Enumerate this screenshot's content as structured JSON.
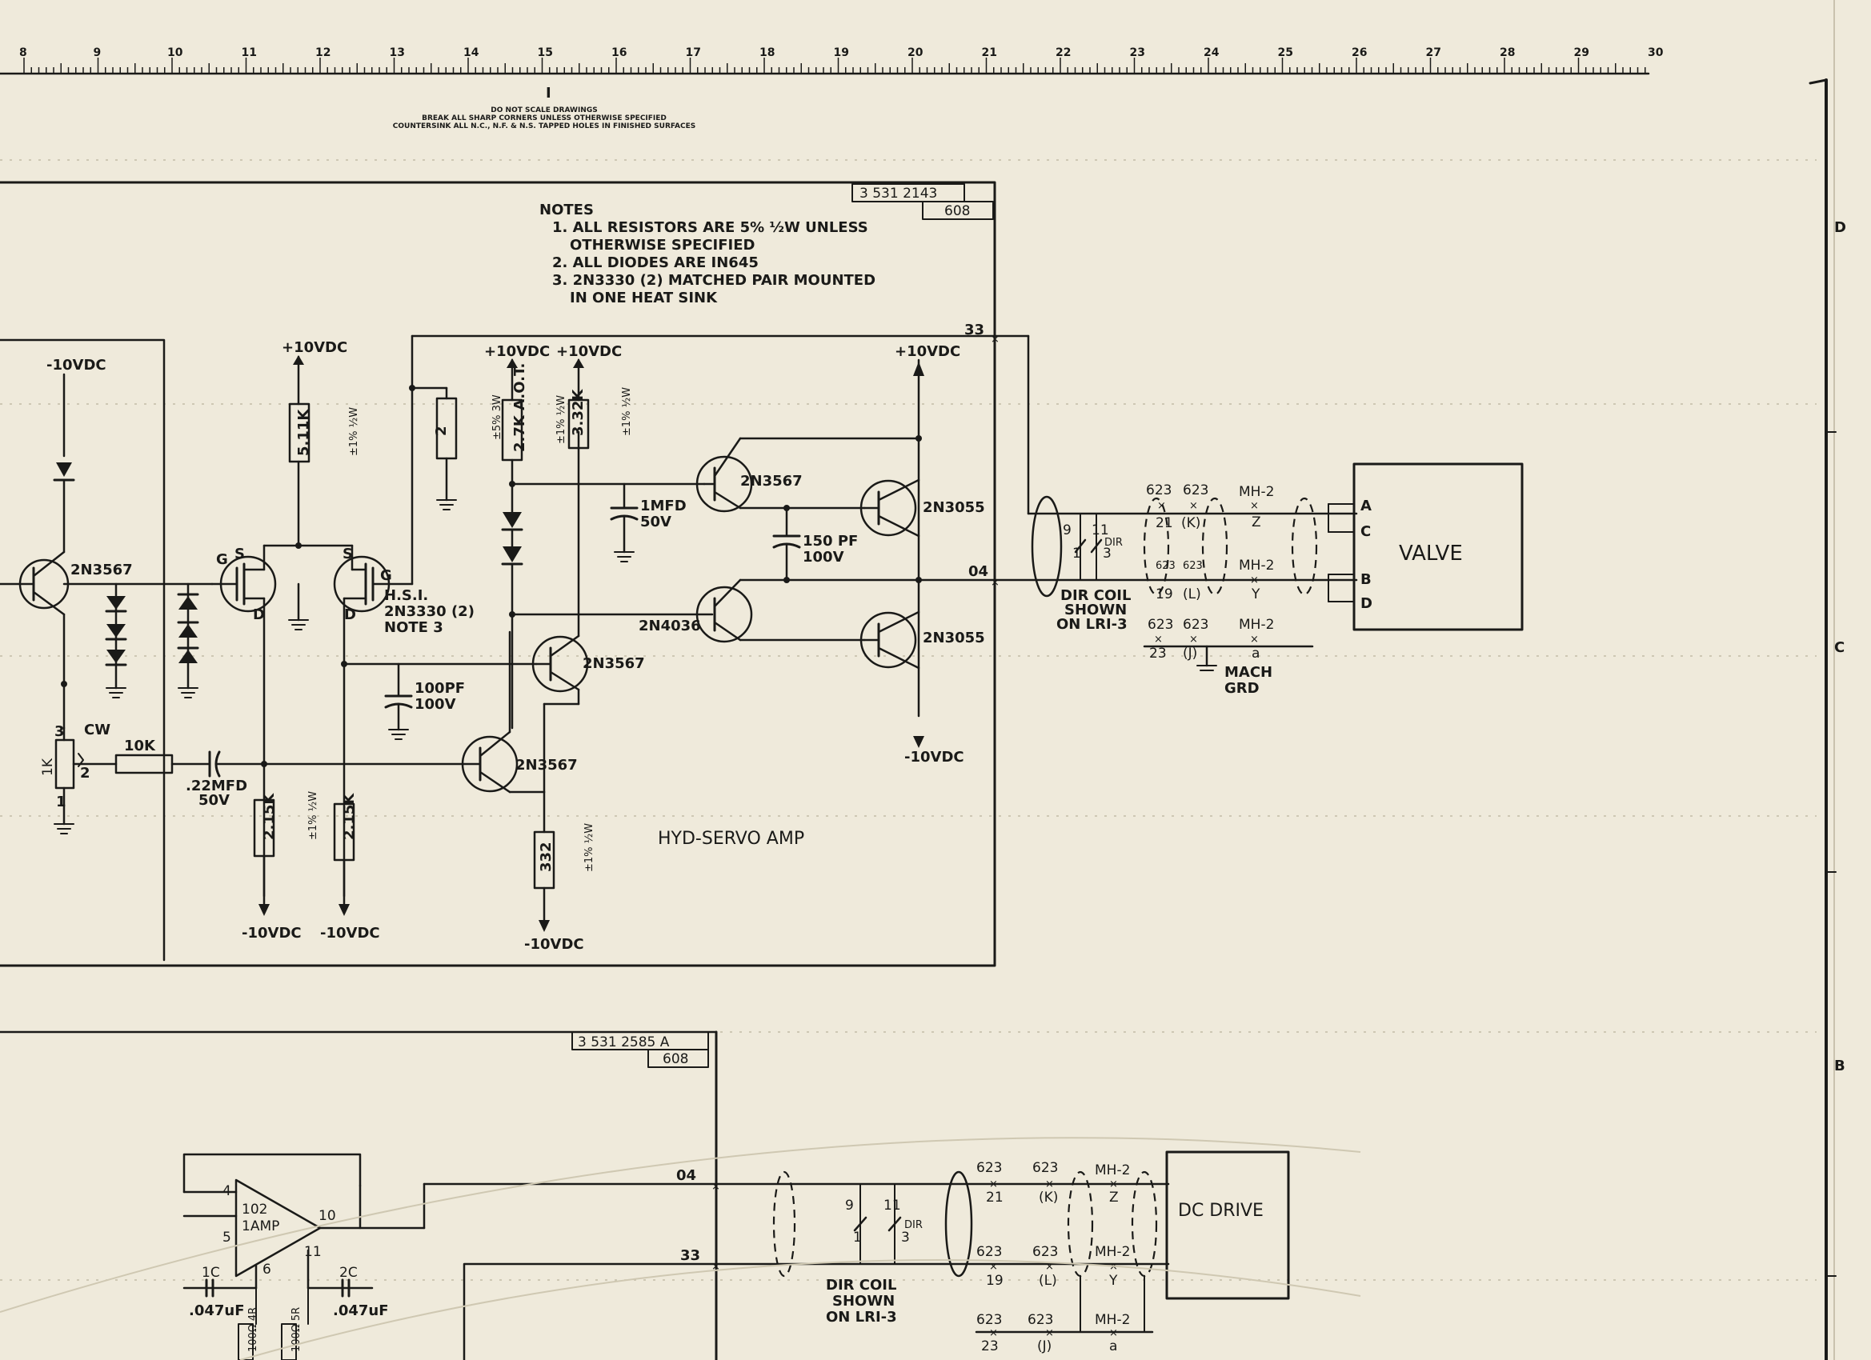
{
  "ruler": {
    "numbers": [
      "8",
      "9",
      "10",
      "11",
      "12",
      "13",
      "14",
      "15",
      "16",
      "17",
      "18",
      "19",
      "20",
      "21",
      "22",
      "23",
      "24",
      "25",
      "26",
      "27",
      "28",
      "29",
      "30"
    ]
  },
  "header_notes": {
    "line1": "DO NOT SCALE DRAWINGS",
    "line2": "BREAK ALL SHARP CORNERS UNLESS OTHERWISE SPECIFIED",
    "line3": "COUNTERSINK ALL N.C., N.F. & N.S. TAPPED HOLES IN FINISHED SURFACES",
    "marker": "I"
  },
  "zone_letters": {
    "d": "D",
    "c": "C",
    "b": "B"
  },
  "upper_block": {
    "drawing_number": "3 531 2143",
    "sheet": "608",
    "title": "HYD-SERVO AMP",
    "notes": {
      "heading": "NOTES",
      "n1a": "1. ALL RESISTORS ARE 5% ½W UNLESS",
      "n1b": "OTHERWISE SPECIFIED",
      "n2": "2. ALL DIODES ARE IN645",
      "n3a": "3. 2N3330 (2) MATCHED PAIR MOUNTED",
      "n3b": "IN ONE HEAT SINK"
    },
    "components": {
      "neg10_a": "-10VDC",
      "q1": "2N3567",
      "pot_val": "1K",
      "pot_cw": "CW",
      "pin1": "1",
      "pin2": "2",
      "pin3": "3",
      "r10k": "10K",
      "c22": ".22MFD",
      "c22v": "50V",
      "pos10_a": "+10VDC",
      "r511": "5.11K",
      "r511tol": "±1% ½W",
      "fet_g1": "G",
      "fet_s1": "S",
      "fet_d1": "D",
      "fet_s2": "S",
      "fet_g2": "G",
      "fet_d2": "D",
      "hsi1": "H.S.I.",
      "hsi2": "2N3330 (2)",
      "hsi3": "NOTE 3",
      "r215a": "2.15K",
      "r215b": "2.15K",
      "r215tol": "±1% ½W",
      "neg10_b": "-10VDC",
      "neg10_c": "-10VDC",
      "c100": "100PF",
      "c100v": "100V",
      "q_mid": "2N3567",
      "q_low": "2N3567",
      "r332": "332",
      "r332tol": "±1% ½W",
      "neg10_d": "-10VDC",
      "r2": "2",
      "r2tol": "±5% 3W",
      "r27k": "2.7K A.O.T.",
      "r27tol": "±1% ½W",
      "r332k": "3.32K",
      "r332ktol": "±1% ½W",
      "pos10_b": "+10VDC",
      "pos10_c": "+10VDC",
      "c1mfd": "1MFD",
      "c1mfdv": "50V",
      "q_drv": "2N3567",
      "q_4036": "2N4036",
      "c150": "150 PF",
      "c150v": "100V",
      "q_out1": "2N3055",
      "q_out2": "2N3055",
      "pos10_d": "+10VDC",
      "neg10_e": "-10VDC",
      "wire33": "33",
      "wire04": "04"
    },
    "wiring": {
      "n9": "9",
      "n1": "1",
      "n11": "11",
      "n3": "3",
      "dir": "DIR",
      "coil1": "DIR COIL",
      "coil2": "SHOWN",
      "coil3": "ON LRI-3",
      "t623a": "623",
      "t623b": "623",
      "t21": "21",
      "tK": "(K)",
      "t623c": "623",
      "t623d": "623",
      "t19": "19",
      "tL": "(L)",
      "t623e": "623",
      "t623f": "623",
      "t23": "23",
      "tJ": "(J)",
      "mh1": "MH-2",
      "mhz": "Z",
      "mh2": "MH-2",
      "mhy": "Y",
      "mh3": "MH-2",
      "mha": "a",
      "mach": "MACH",
      "grd": "GRD",
      "valve": "VALVE",
      "pa": "A",
      "pc": "C",
      "pb": "B",
      "pd": "D"
    }
  },
  "lower_block": {
    "drawing_number": "3 531 2585 A",
    "sheet": "608",
    "amp1": "102",
    "amp2": "1AMP",
    "p4": "4",
    "p5": "5",
    "p6": "6",
    "p11": "11",
    "p10": "10",
    "c1": "1C",
    "c1v": ".047uF",
    "c2": "2C",
    "c2v": ".047uF",
    "r4": "100Ω 4R",
    "r5": "100Ω 5R",
    "wire04": "04",
    "wire33": "33",
    "n9": "9",
    "n1": "1",
    "n11": "11",
    "n3": "3",
    "dir": "DIR",
    "coil1": "DIR COIL",
    "coil2": "SHOWN",
    "coil3": "ON LRI-3",
    "t623a": "623",
    "t623b": "623",
    "t21": "21",
    "tK": "(K)",
    "t623c": "623",
    "t623d": "623",
    "t19": "19",
    "tL": "(L)",
    "t623e": "623",
    "t623f": "623",
    "t23": "23",
    "tJ": "(J)",
    "mh1": "MH-2",
    "mhz": "Z",
    "mh2": "MH-2",
    "mhy": "Y",
    "mh3": "MH-2",
    "mha": "a",
    "dcdrive": "DC DRIVE"
  }
}
